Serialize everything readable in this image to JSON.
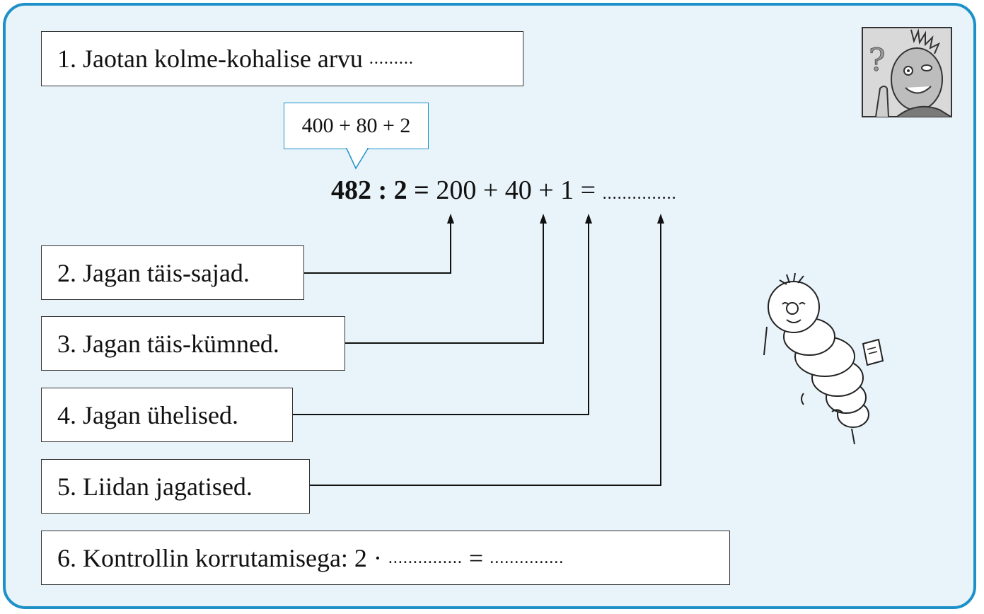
{
  "steps": [
    {
      "num": "1.",
      "text": "Jaotan kolme-kohalise arvu",
      "dots": "........."
    },
    {
      "num": "2.",
      "text": "Jagan täis-sajad."
    },
    {
      "num": "3.",
      "text": "Jagan täis-kümned."
    },
    {
      "num": "4.",
      "text": "Jagan ühelised."
    },
    {
      "num": "5.",
      "text": "Liidan jagatised."
    },
    {
      "num": "6.",
      "text": "Kontrollin korrutamisega: 2 ·",
      "dots1": "...............",
      "eq": "=",
      "dots2": "..............."
    }
  ],
  "bubble": "400 + 80 + 2",
  "equation": {
    "bold": "482 : 2 =",
    "rest": "200 + 40 + 1 =",
    "dots": "..............."
  },
  "colors": {
    "frame": "#1e90c8",
    "background": "#e8f4fa"
  },
  "icons": [
    "question-thinking-boy-icon",
    "caterpillar-character-icon"
  ]
}
